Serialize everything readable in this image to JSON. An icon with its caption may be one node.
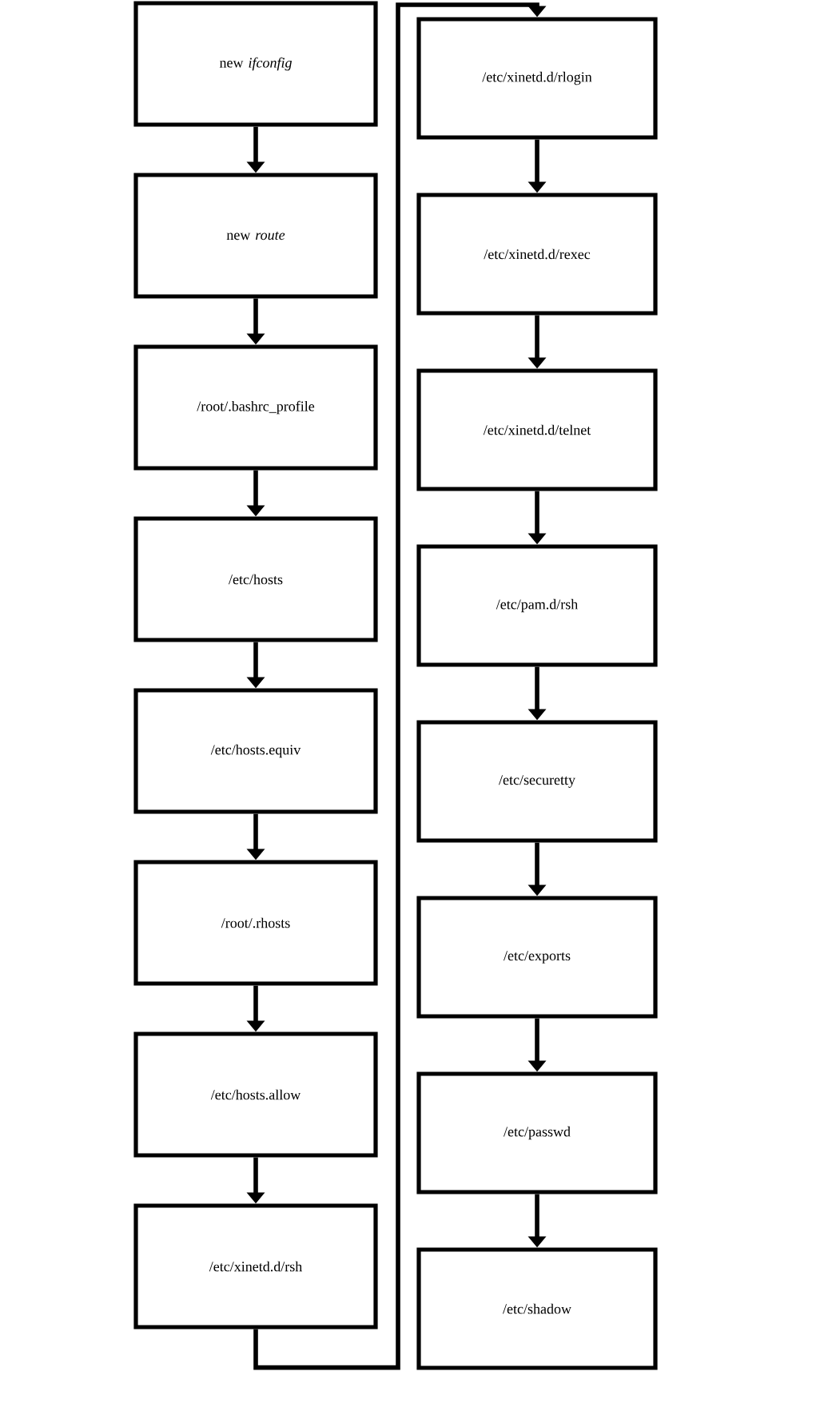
{
  "diagram": {
    "nodes": [
      {
        "text": [
          "new *ifconfig*"
        ]
      },
      {
        "text": [
          "new *route*"
        ]
      },
      {
        "text": [
          "/root/.bashrc_profile"
        ]
      },
      {
        "text": [
          "/etc/hosts"
        ]
      },
      {
        "text": [
          "/etc/hosts.equiv"
        ]
      },
      {
        "text": [
          "/root/.rhosts"
        ]
      },
      {
        "text": [
          "/etc/hosts.allow"
        ]
      },
      {
        "text": [
          "/etc/xinetd.d/rsh"
        ]
      },
      {
        "text": [
          "/etc/xinetd.d/rlogin"
        ]
      },
      {
        "text": [
          "/etc/xinetd.d/rexec"
        ]
      },
      {
        "text": [
          "/etc/xinetd.d/telnet"
        ]
      },
      {
        "text": [
          "/etc/pam.d/rsh"
        ]
      },
      {
        "text": [
          "/etc/securetty"
        ]
      },
      {
        "text": [
          "/etc/exports"
        ]
      },
      {
        "text": [
          "/etc/passwd"
        ]
      },
      {
        "text": [
          "/etc/shadow"
        ]
      }
    ],
    "edges": [
      {
        "from": 0,
        "to": 1,
        "arrow": "to"
      },
      {
        "from": 1,
        "to": 2,
        "arrow": "to"
      },
      {
        "from": 2,
        "to": 3,
        "arrow": "to"
      },
      {
        "from": 3,
        "to": 4,
        "arrow": "to"
      },
      {
        "from": 4,
        "to": 5,
        "arrow": "to"
      },
      {
        "from": 5,
        "to": 6,
        "arrow": "to"
      },
      {
        "from": 6,
        "to": 7,
        "arrow": "to"
      },
      {
        "from": 7,
        "to": 8,
        "arrow": "to"
      },
      {
        "from": 8,
        "to": 9,
        "arrow": "to"
      },
      {
        "from": 9,
        "to": 10,
        "arrow": "to"
      },
      {
        "from": 10,
        "to": 11,
        "arrow": "to"
      },
      {
        "from": 11,
        "to": 12,
        "arrow": "to"
      },
      {
        "from": 12,
        "to": 13,
        "arrow": "to"
      },
      {
        "from": 13,
        "to": 14,
        "arrow": "to"
      },
      {
        "from": 14,
        "to": 15,
        "arrow": "to"
      }
    ]
  }
}
